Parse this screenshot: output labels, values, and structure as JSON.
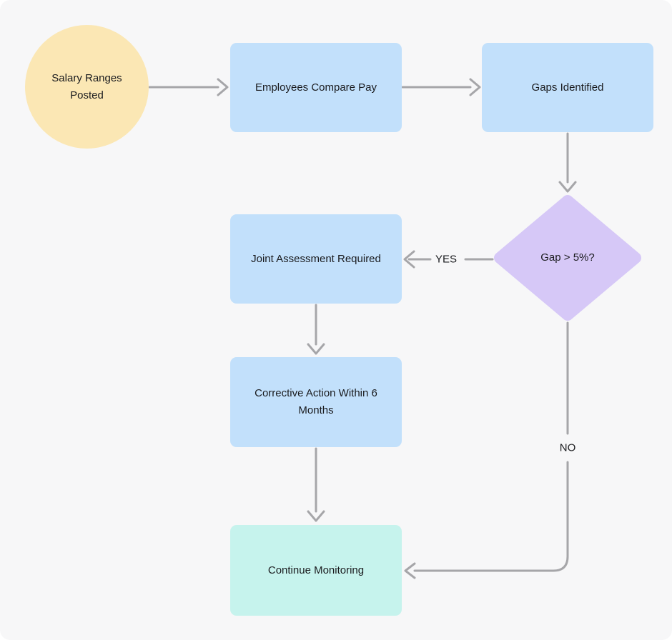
{
  "colors": {
    "canvas-bg": "#f7f7f8",
    "node-yellow": "#fbe7b4",
    "node-blue": "#c2e0fb",
    "node-purple": "#d6c8f7",
    "node-teal": "#c6f3ed",
    "edge-gray": "#a6a6a9",
    "text-dark": "#1a1b1e"
  },
  "nodes": {
    "start": {
      "label": "Salary Ranges Posted"
    },
    "compare": {
      "label": "Employees Compare Pay"
    },
    "gaps": {
      "label": "Gaps Identified"
    },
    "decision": {
      "label": "Gap > 5%?"
    },
    "joint": {
      "label": "Joint Assessment Required"
    },
    "corrective": {
      "label": "Corrective Action Within 6 Months"
    },
    "monitor": {
      "label": "Continue Monitoring"
    }
  },
  "edge_labels": {
    "yes": "YES",
    "no": "NO"
  }
}
